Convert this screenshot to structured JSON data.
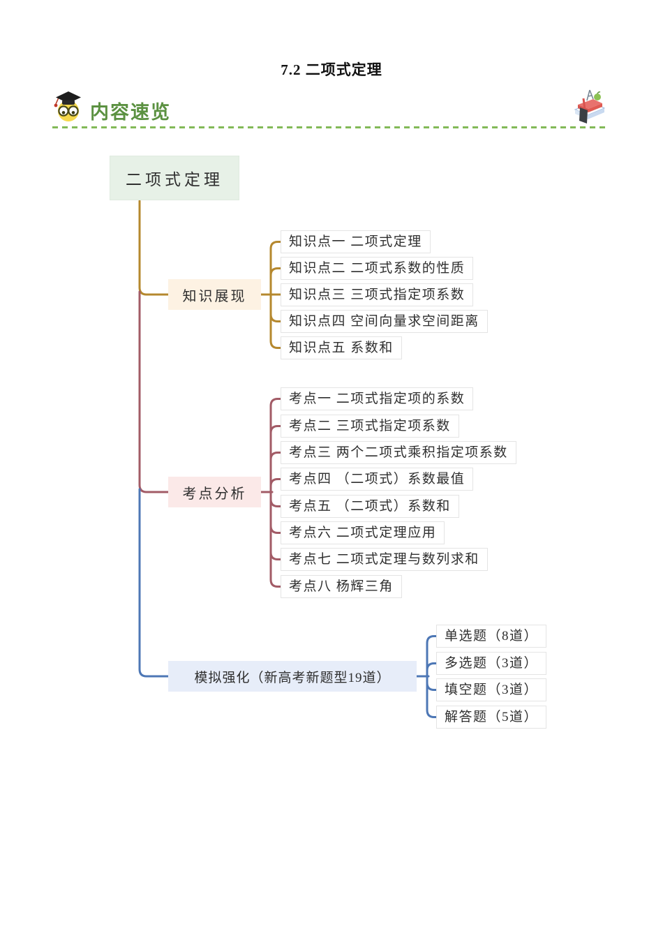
{
  "page": {
    "title": "7.2 二项式定理"
  },
  "section_header": {
    "label": "内容速览",
    "text_color": "#5b9141",
    "divider_color": "#82b957",
    "left_icon": "owl-graduate-icon",
    "right_icon": "books-stationery-icon"
  },
  "mindmap": {
    "root": {
      "label": "二项式定理",
      "bg_color": "#e7f1e7"
    },
    "branches": [
      {
        "label": "知识展现",
        "bg_color": "#fdf2e3",
        "line_color": "#b5882e",
        "children": [
          "知识点一 二项式定理",
          "知识点二 二项式系数的性质",
          "知识点三 三项式指定项系数",
          "知识点四 空间向量求空间距离",
          "知识点五 系数和"
        ]
      },
      {
        "label": "考点分析",
        "bg_color": "#fbe9e8",
        "line_color": "#a25b66",
        "children": [
          "考点一 二项式指定项的系数",
          "考点二 三项式指定项系数",
          "考点三 两个二项式乘积指定项系数",
          "考点四 （二项式）系数最值",
          "考点五 （二项式）系数和",
          "考点六 二项式定理应用",
          "考点七 二项式定理与数列求和",
          "考点八 杨辉三角"
        ]
      },
      {
        "label": "模拟强化（新高考新题型19道）",
        "bg_color": "#e7edf9",
        "line_color": "#4d77b5",
        "children": [
          "单选题（8道）",
          "多选题（3道）",
          "填空题（3道）",
          "解答题（5道）"
        ]
      }
    ]
  }
}
